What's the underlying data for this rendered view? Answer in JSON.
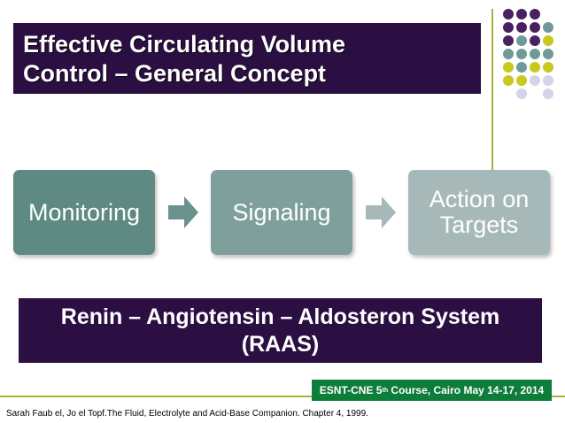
{
  "title": {
    "line1": "Effective Circulating Volume",
    "line2": "Control – General Concept"
  },
  "flow": {
    "stages": [
      {
        "label": "Monitoring"
      },
      {
        "label": "Signaling"
      },
      {
        "label": "Action on Targets"
      }
    ],
    "arrow_icon": "right-arrow-icon"
  },
  "raas": {
    "line1": "Renin – Angiotensin – Aldosteron System",
    "line2": "(RAAS)"
  },
  "course": {
    "prefix": "ESNT-CNE 5",
    "sup": "th",
    "suffix": " Course, Cairo May 14-17, 2014"
  },
  "citation": "Sarah Faub el, Jo el Topf.The Fluid, Electrolyte and Acid-Base Companion. Chapter 4, 1999.",
  "colors": {
    "dark_purple": "#2b0e42",
    "teal": "#5e8a83",
    "light_teal": "#7f9f9c",
    "grey_teal": "#a6b9b8",
    "olive": "#c8c81e",
    "green": "#0f7d3a"
  }
}
